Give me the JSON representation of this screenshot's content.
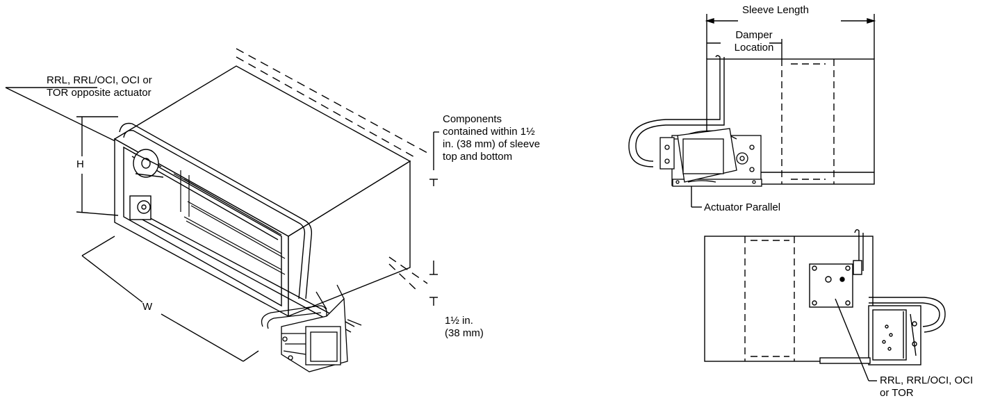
{
  "left_view": {
    "callout_top": "RRL, RRL/OCI, OCI or\nTOR opposite actuator",
    "components_note": "Components\ncontained within 1½\nin. (38 mm) of sleeve\ntop and bottom",
    "clearance": "1½ in.\n(38 mm)",
    "dim_h": "H",
    "dim_w": "W"
  },
  "right_top_view": {
    "sleeve_length": "Sleeve Length",
    "damper_location": "Damper\nLocation",
    "actuator_parallel": "Actuator Parallel"
  },
  "right_bottom_view": {
    "callout": "RRL, RRL/OCI, OCI\nor TOR"
  }
}
